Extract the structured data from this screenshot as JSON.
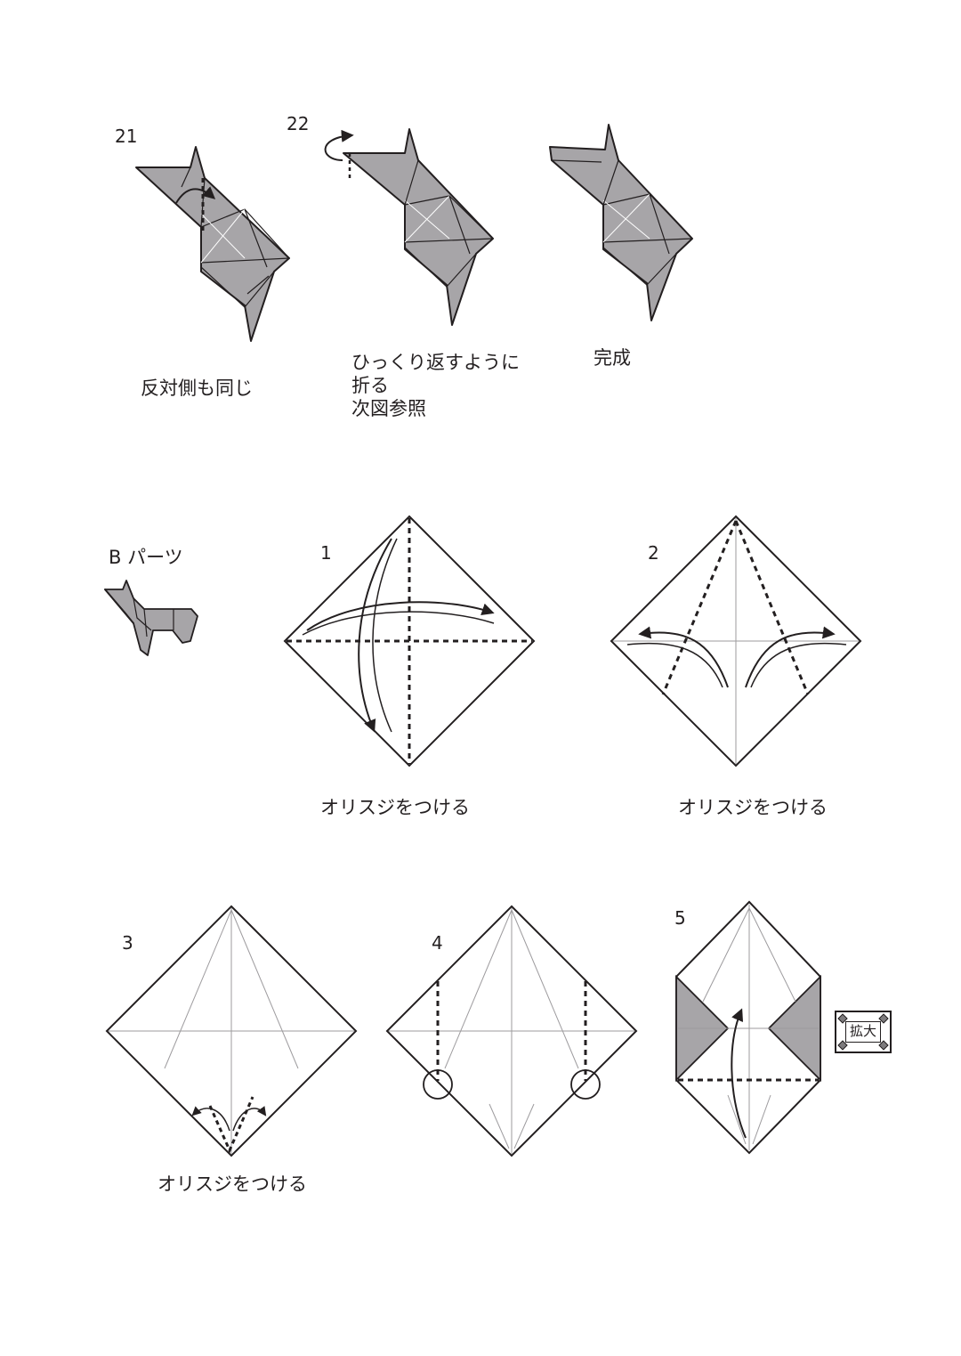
{
  "steps_top": [
    {
      "number": "21",
      "caption": "反対側も同じ"
    },
    {
      "number": "22",
      "caption_lines": [
        "ひっくり返すように",
        "折る",
        "次図参照"
      ]
    },
    {
      "caption": "完成"
    }
  ],
  "part_title": "B パーツ",
  "steps_base": [
    {
      "number": "1",
      "caption": "オリスジをつける"
    },
    {
      "number": "2",
      "caption": "オリスジをつける"
    },
    {
      "number": "3",
      "caption": "オリスジをつける"
    },
    {
      "number": "4"
    },
    {
      "number": "5"
    }
  ],
  "zoom_badge": {
    "label": "拡大",
    "icon": "zoom-badge-icon"
  },
  "colors": {
    "paper_fill": "#a7a5a8",
    "line": "#231f20",
    "crease": "#9d9b9e"
  }
}
